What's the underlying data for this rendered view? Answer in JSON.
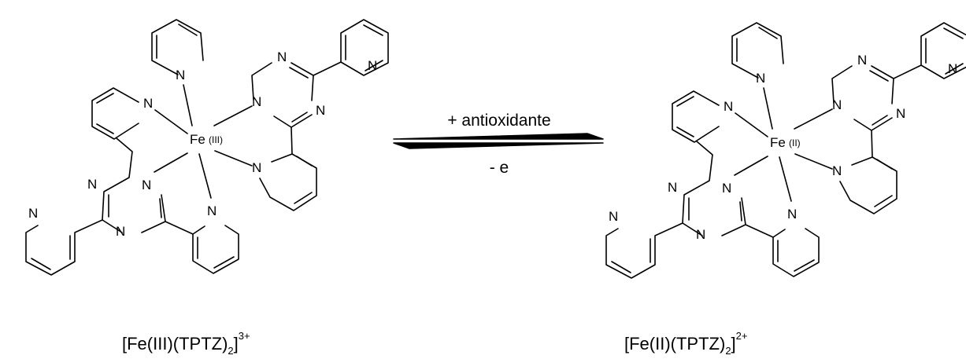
{
  "atoms": {
    "nitrogen": "N",
    "iron": "Fe"
  },
  "left_complex": {
    "oxidation_state": "(III)",
    "label": {
      "main": "[Fe(III)(TPTZ)",
      "subscript": "2",
      "close": "]",
      "charge": "3+"
    }
  },
  "right_complex": {
    "oxidation_state": "(II)",
    "label": {
      "main": "[Fe(II)(TPTZ)",
      "subscript": "2",
      "close": "]",
      "charge": "2+"
    }
  },
  "reaction": {
    "forward_label": "+ antioxidante",
    "reverse_label": "- e"
  }
}
